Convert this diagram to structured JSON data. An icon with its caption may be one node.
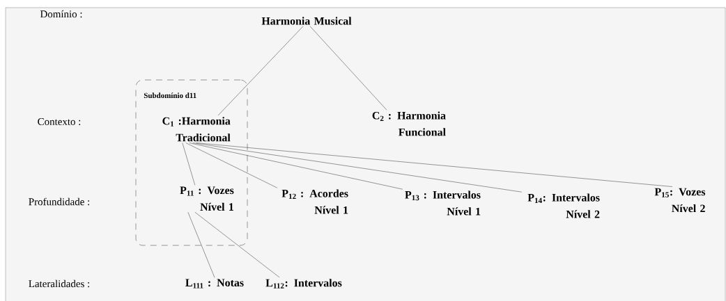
{
  "diagram": {
    "nodes": [
      {
        "text": [
          "Harmonia Musical"
        ]
      },
      {
        "text": [
          "Subdomínio d11"
        ]
      },
      {
        "text": [
          "C$_{1}$ :Harmonia Tradicional"
        ],
        "in": 1
      },
      {
        "text": [
          "C$_{2}$ : Harmonia Funcional"
        ]
      },
      {
        "text": [
          "P$_{11}$ : Vozes Nível 1"
        ],
        "in": 1
      },
      {
        "text": [
          "P$_{12}$ : Acordes Nível 1"
        ]
      },
      {
        "text": [
          "P$_{13}$ : Intervalos Nível 1"
        ]
      },
      {
        "text": [
          "P$_{14}$: Intervalos Nível 2"
        ]
      },
      {
        "text": [
          "P$_{15}$: Vozes Nível 2"
        ]
      },
      {
        "text": [
          "L$_{111}$ : Notas"
        ]
      },
      {
        "text": [
          "L$_{112}$: Intervalos"
        ]
      }
    ],
    "edges": [
      {
        "from": 0,
        "to": 2,
        "arrow": "none"
      },
      {
        "from": 0,
        "to": 3,
        "arrow": "none"
      },
      {
        "from": 2,
        "to": 4,
        "arrow": "none"
      },
      {
        "from": 2,
        "to": 5,
        "arrow": "none"
      },
      {
        "from": 2,
        "to": 6,
        "arrow": "none"
      },
      {
        "from": 2,
        "to": 7,
        "arrow": "none"
      },
      {
        "from": 2,
        "to": 8,
        "arrow": "none"
      },
      {
        "from": 4,
        "to": 9,
        "arrow": "none"
      },
      {
        "from": 4,
        "to": 10,
        "arrow": "none"
      }
    ],
    "labels": [
      "Domínio :",
      "Contexto :",
      "Profundidade :",
      "Lateralidades :"
    ]
  }
}
